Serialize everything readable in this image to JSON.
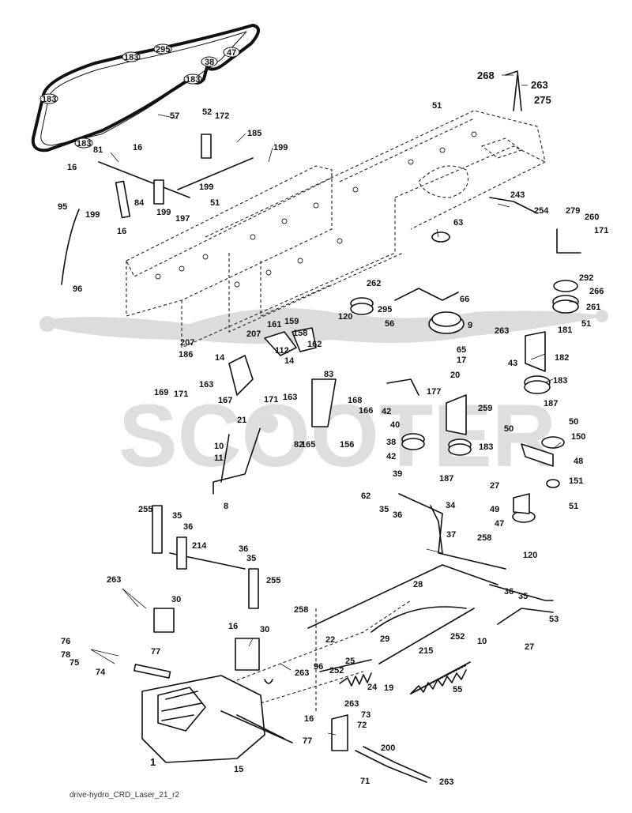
{
  "diagram": {
    "caption": "drive-hydro_CRD_Laser_21_r2",
    "watermark": "SCOOTER"
  },
  "belt_labels": [
    "183",
    "183",
    "295",
    "38",
    "47",
    "183",
    "183",
    "183"
  ],
  "labels": [
    {
      "id": "57",
      "t": "57"
    },
    {
      "id": "81",
      "t": "81"
    },
    {
      "id": "16a",
      "t": "16"
    },
    {
      "id": "16b",
      "t": "16"
    },
    {
      "id": "52",
      "t": "52"
    },
    {
      "id": "172",
      "t": "172"
    },
    {
      "id": "185",
      "t": "185"
    },
    {
      "id": "199a",
      "t": "199"
    },
    {
      "id": "199b",
      "t": "199"
    },
    {
      "id": "199c",
      "t": "199"
    },
    {
      "id": "199d",
      "t": "199"
    },
    {
      "id": "84",
      "t": "84"
    },
    {
      "id": "197",
      "t": "197"
    },
    {
      "id": "51a",
      "t": "51"
    },
    {
      "id": "16c",
      "t": "16"
    },
    {
      "id": "95",
      "t": "95"
    },
    {
      "id": "96a",
      "t": "96"
    },
    {
      "id": "51b",
      "t": "51"
    },
    {
      "id": "268",
      "t": "268"
    },
    {
      "id": "263a",
      "t": "263"
    },
    {
      "id": "275",
      "t": "275"
    },
    {
      "id": "243",
      "t": "243"
    },
    {
      "id": "254",
      "t": "254"
    },
    {
      "id": "279",
      "t": "279"
    },
    {
      "id": "260",
      "t": "260"
    },
    {
      "id": "171a",
      "t": "171"
    },
    {
      "id": "63",
      "t": "63"
    },
    {
      "id": "262",
      "t": "262"
    },
    {
      "id": "66",
      "t": "66"
    },
    {
      "id": "292",
      "t": "292"
    },
    {
      "id": "266",
      "t": "266"
    },
    {
      "id": "261",
      "t": "261"
    },
    {
      "id": "295",
      "t": "295"
    },
    {
      "id": "120a",
      "t": "120"
    },
    {
      "id": "56",
      "t": "56"
    },
    {
      "id": "9",
      "t": "9"
    },
    {
      "id": "51c",
      "t": "51"
    },
    {
      "id": "263b",
      "t": "263"
    },
    {
      "id": "181",
      "t": "181"
    },
    {
      "id": "65",
      "t": "65"
    },
    {
      "id": "17",
      "t": "17"
    },
    {
      "id": "20",
      "t": "20"
    },
    {
      "id": "182",
      "t": "182"
    },
    {
      "id": "43",
      "t": "43"
    },
    {
      "id": "183a",
      "t": "183"
    },
    {
      "id": "187a",
      "t": "187"
    },
    {
      "id": "161",
      "t": "161"
    },
    {
      "id": "159",
      "t": "159"
    },
    {
      "id": "158",
      "t": "158"
    },
    {
      "id": "207a",
      "t": "207"
    },
    {
      "id": "207b",
      "t": "207"
    },
    {
      "id": "162",
      "t": "162"
    },
    {
      "id": "186",
      "t": "186"
    },
    {
      "id": "14a",
      "t": "14"
    },
    {
      "id": "112",
      "t": "112"
    },
    {
      "id": "14b",
      "t": "14"
    },
    {
      "id": "83",
      "t": "83"
    },
    {
      "id": "163a",
      "t": "163"
    },
    {
      "id": "163b",
      "t": "163"
    },
    {
      "id": "169",
      "t": "169"
    },
    {
      "id": "171b",
      "t": "171"
    },
    {
      "id": "167",
      "t": "167"
    },
    {
      "id": "171c",
      "t": "171"
    },
    {
      "id": "177",
      "t": "177"
    },
    {
      "id": "168",
      "t": "168"
    },
    {
      "id": "166",
      "t": "166"
    },
    {
      "id": "42a",
      "t": "42"
    },
    {
      "id": "40",
      "t": "40"
    },
    {
      "id": "259",
      "t": "259"
    },
    {
      "id": "21",
      "t": "21"
    },
    {
      "id": "82",
      "t": "82"
    },
    {
      "id": "165",
      "t": "165"
    },
    {
      "id": "156",
      "t": "156"
    },
    {
      "id": "38",
      "t": "38"
    },
    {
      "id": "42b",
      "t": "42"
    },
    {
      "id": "183b",
      "t": "183"
    },
    {
      "id": "10a",
      "t": "10"
    },
    {
      "id": "11",
      "t": "11"
    },
    {
      "id": "39",
      "t": "39"
    },
    {
      "id": "187b",
      "t": "187"
    },
    {
      "id": "50a",
      "t": "50"
    },
    {
      "id": "50b",
      "t": "50"
    },
    {
      "id": "150",
      "t": "150"
    },
    {
      "id": "48",
      "t": "48"
    },
    {
      "id": "8",
      "t": "8"
    },
    {
      "id": "62",
      "t": "62"
    },
    {
      "id": "35a",
      "t": "35"
    },
    {
      "id": "36a",
      "t": "36"
    },
    {
      "id": "34",
      "t": "34"
    },
    {
      "id": "27a",
      "t": "27"
    },
    {
      "id": "151",
      "t": "151"
    },
    {
      "id": "49",
      "t": "49"
    },
    {
      "id": "51d",
      "t": "51"
    },
    {
      "id": "47",
      "t": "47"
    },
    {
      "id": "255a",
      "t": "255"
    },
    {
      "id": "35b",
      "t": "35"
    },
    {
      "id": "36b",
      "t": "36"
    },
    {
      "id": "37",
      "t": "37"
    },
    {
      "id": "214",
      "t": "214"
    },
    {
      "id": "36c",
      "t": "36"
    },
    {
      "id": "35c",
      "t": "35"
    },
    {
      "id": "258a",
      "t": "258"
    },
    {
      "id": "120b",
      "t": "120"
    },
    {
      "id": "263c",
      "t": "263"
    },
    {
      "id": "255b",
      "t": "255"
    },
    {
      "id": "28",
      "t": "28"
    },
    {
      "id": "36d",
      "t": "36"
    },
    {
      "id": "35d",
      "t": "35"
    },
    {
      "id": "30a",
      "t": "30"
    },
    {
      "id": "258b",
      "t": "258"
    },
    {
      "id": "53",
      "t": "53"
    },
    {
      "id": "22",
      "t": "22"
    },
    {
      "id": "29",
      "t": "29"
    },
    {
      "id": "252a",
      "t": "252"
    },
    {
      "id": "10b",
      "t": "10"
    },
    {
      "id": "16d",
      "t": "16"
    },
    {
      "id": "30b",
      "t": "30"
    },
    {
      "id": "76",
      "t": "76"
    },
    {
      "id": "78",
      "t": "78"
    },
    {
      "id": "75",
      "t": "75"
    },
    {
      "id": "77a",
      "t": "77"
    },
    {
      "id": "74",
      "t": "74"
    },
    {
      "id": "215",
      "t": "215"
    },
    {
      "id": "27b",
      "t": "27"
    },
    {
      "id": "263d",
      "t": "263"
    },
    {
      "id": "96b",
      "t": "96"
    },
    {
      "id": "252b",
      "t": "252"
    },
    {
      "id": "25",
      "t": "25"
    },
    {
      "id": "24",
      "t": "24"
    },
    {
      "id": "19",
      "t": "19"
    },
    {
      "id": "55",
      "t": "55"
    },
    {
      "id": "263e",
      "t": "263"
    },
    {
      "id": "73",
      "t": "73"
    },
    {
      "id": "16e",
      "t": "16"
    },
    {
      "id": "72",
      "t": "72"
    },
    {
      "id": "77b",
      "t": "77"
    },
    {
      "id": "1",
      "t": "1"
    },
    {
      "id": "200",
      "t": "200"
    },
    {
      "id": "15",
      "t": "15"
    },
    {
      "id": "71",
      "t": "71"
    },
    {
      "id": "263f",
      "t": "263"
    }
  ]
}
